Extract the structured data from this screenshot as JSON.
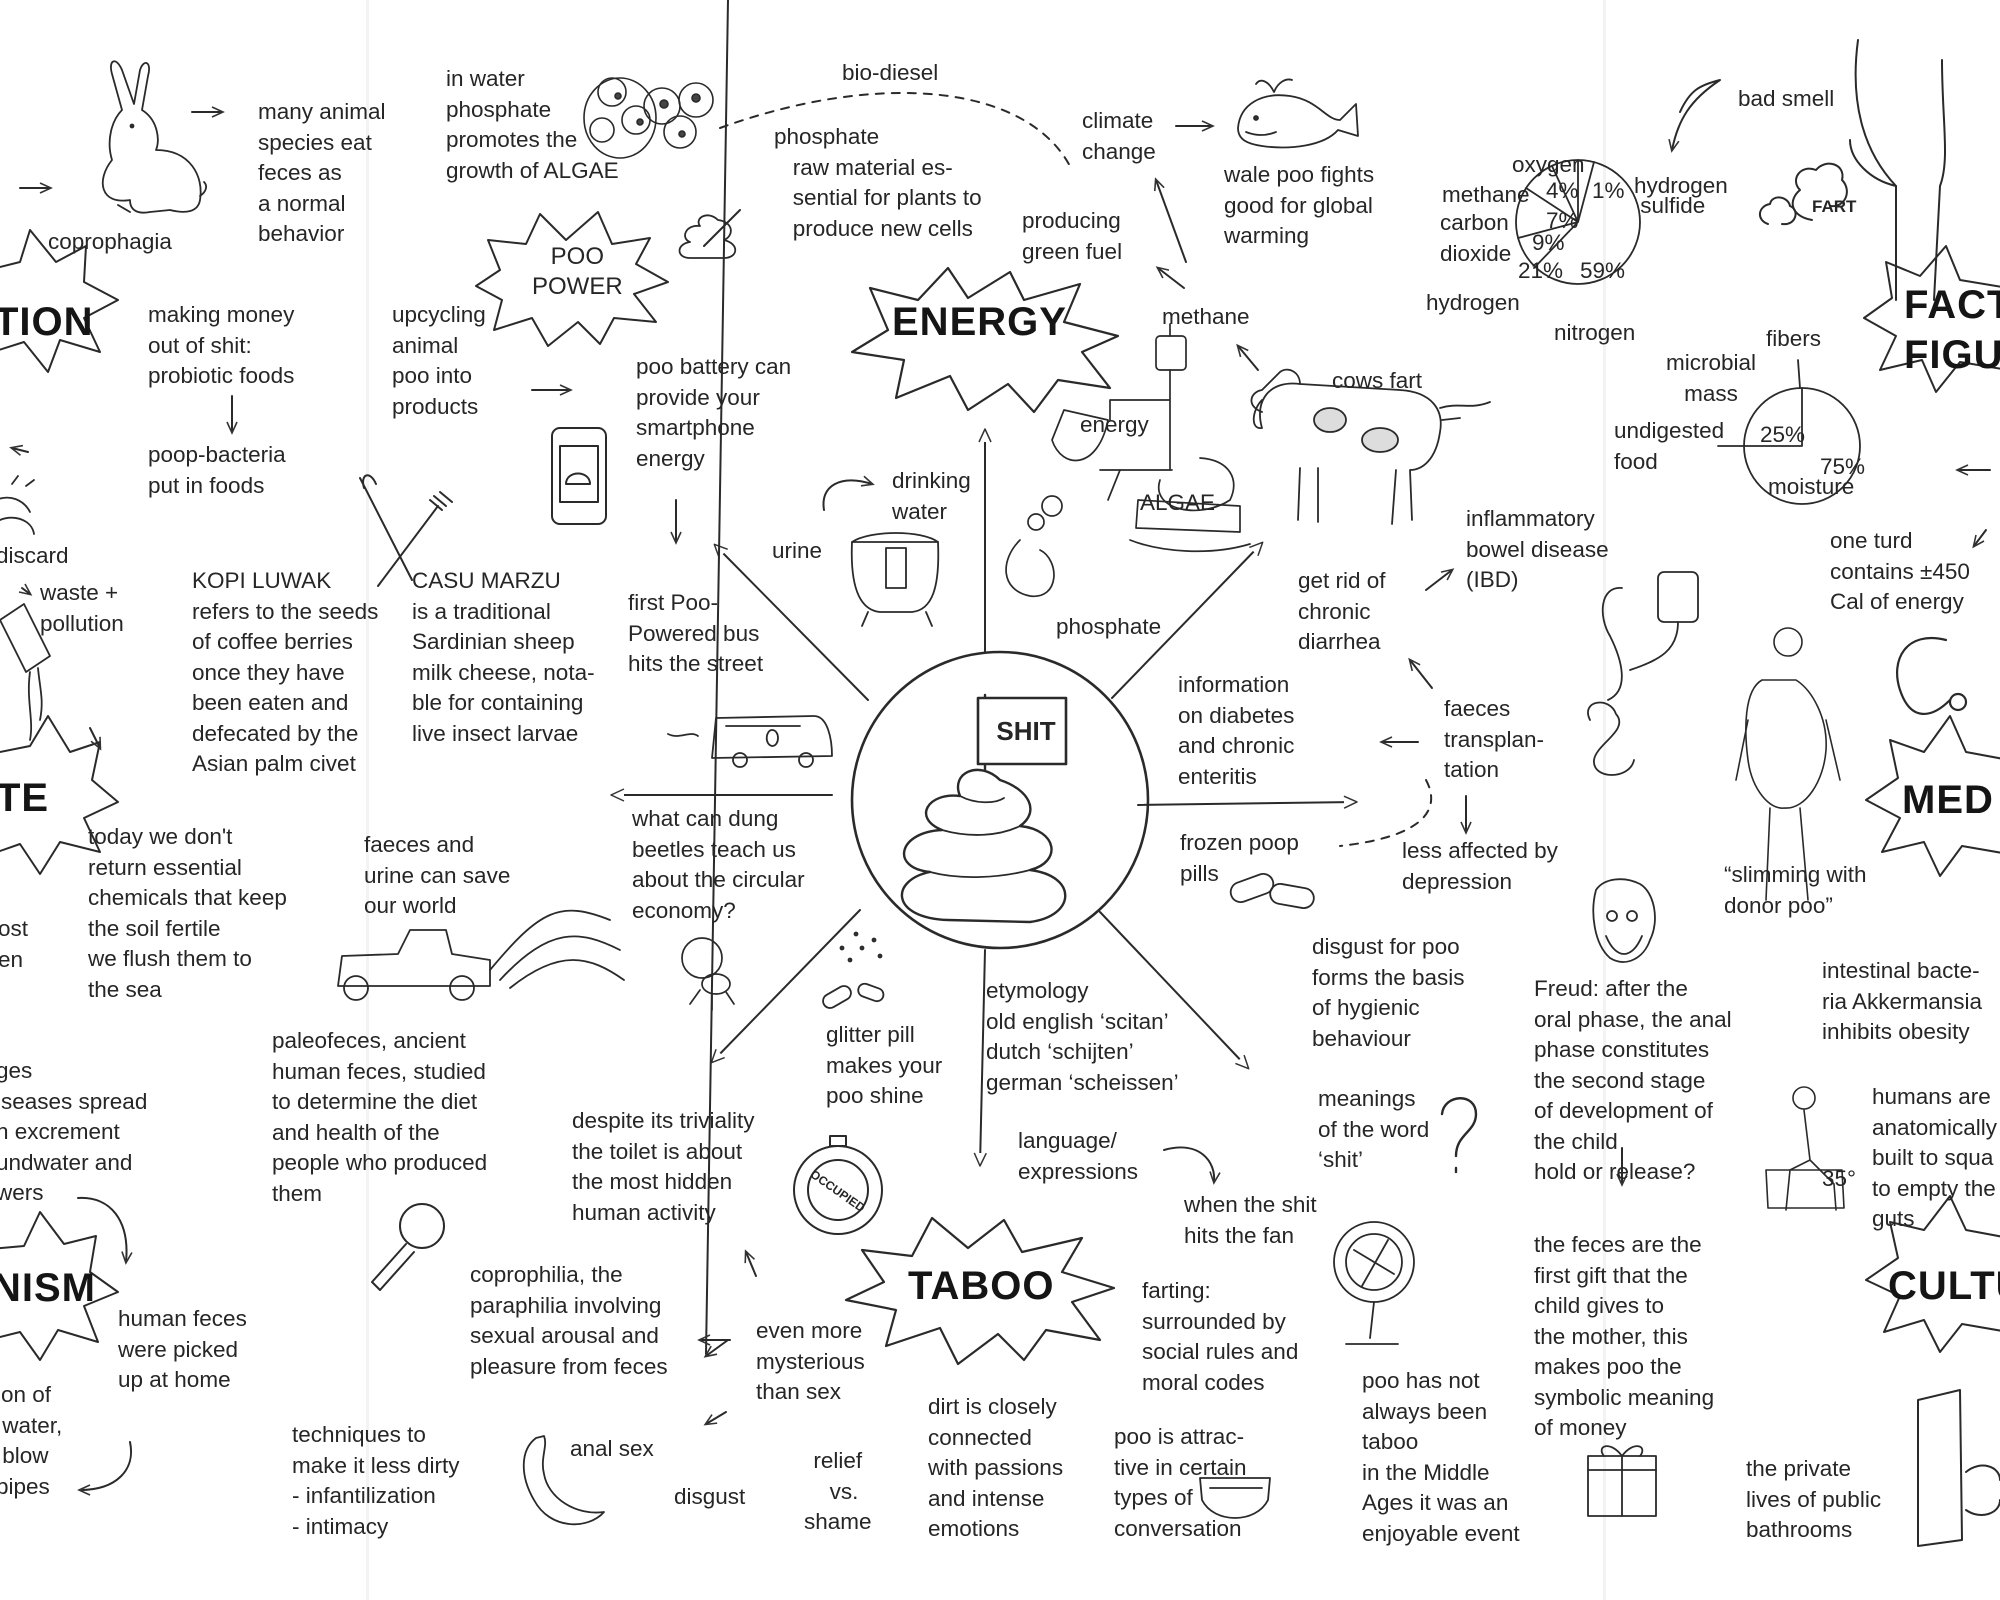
{
  "center": {
    "label": "SHIT"
  },
  "headings": {
    "energy": "ENERGY",
    "taboo": "TABOO",
    "poo_power": "POO\nPOWER",
    "tion": "TION",
    "te": "TE",
    "nism": "NISM",
    "fact": "FACT\nFIGU",
    "med": "MED",
    "cultu": "CULTU"
  },
  "notes": {
    "many_animal": "many animal\nspecies eat\nfeces as\na normal\nbehavior",
    "coprophagia": "coprophagia",
    "in_water": "in water\nphosphate\npromotes the\ngrowth of ALGAE",
    "bio_diesel": "bio-diesel",
    "phosphate_raw": "phosphate\n   raw material es-\n   sential for plants to\n   produce new cells",
    "climate_change": "climate\nchange",
    "wale_poo": "wale poo fights\ngood for global\nwarming",
    "producing": "producing\ngreen fuel",
    "methane": "methane",
    "making_money": "making money\nout of shit:\nprobiotic foods",
    "poop_bacteria": "poop-bacteria\nput in foods",
    "upcycling": "upcycling\nanimal\npoo into\nproducts",
    "poo_battery": "poo battery can\nprovide your\nsmartphone\nenergy",
    "discard": "discard",
    "waste_pollution": "waste +\npollution",
    "kopi_luwak": "KOPI LUWAK\nrefers to the seeds\nof coffee berries\nonce they have\nbeen eaten and\ndefecated by the\nAsian palm civet",
    "casu_marzu": "CASU MARZU\nis a traditional\nSardinian sheep\nmilk cheese, nota-\nble for containing\nlive insect larvae",
    "drinking_water": "drinking\nwater",
    "urine": "urine",
    "first_poo_bus": "first Poo-\nPowered bus\nhits the street",
    "energy_small": "energy",
    "algae": "ALGAE",
    "phosphate": "phosphate",
    "cows_fart": "cows fart",
    "get_rid": "get rid of\nchronic\ndiarrhea",
    "ibd": "inflammatory\nbowel disease\n(IBD)",
    "information": "information\non diabetes\nand chronic\nenteritis",
    "faeces_transplant": "faeces\ntransplan-\ntation",
    "frozen_pills": "frozen poop\npills",
    "less_affected": "less affected by\ndepression",
    "today_we": "today we don't\nreturn essential\nchemicals that keep\nthe soil fertile\nwe flush them to\nthe sea",
    "ost_en": "ost\nen",
    "faeces_urine": "faeces and\nurine can save\nour world",
    "dung_beetles": "what can dung\nbeetles teach us\nabout the circular\neconomy?",
    "glitter_pill": "glitter pill\nmakes your\npoo shine",
    "etymology": "etymology\nold english ‘scitan’\ndutch ‘schijten’\ngerman ‘scheissen’",
    "disgust_poo": "disgust for poo\nforms the basis\nof hygienic\nbehaviour",
    "paleofeces": "paleofeces, ancient\nhuman feces, studied\nto determine the diet\nand health of the\npeople who produced\nthem",
    "ages_diseases": "ges\niseases spread\nn excrement\nundwater and\nwers",
    "despite": "despite its triviality\nthe toilet is about\nthe most hidden\nhuman activity",
    "meanings": "meanings\nof the word\n‘shit’",
    "language": "language/\nexpressions",
    "when_shit": "when the shit\nhits the fan",
    "coprophilia": "coprophilia, the\nparaphilia involving\nsexual arousal and\npleasure from feces",
    "even_more": "even more\nmysterious\nthan sex",
    "farting": "farting:\nsurrounded by\nsocial rules and\nmoral codes",
    "human_feces": "human feces\nwere picked\nup at home",
    "ion_water": "ion of\n water,\n blow\npipes",
    "techniques": "techniques to\nmake it less dirty\n- infantilization\n- intimacy",
    "anal_sex": "anal sex",
    "disgust": "disgust",
    "relief": "relief\n  vs.\nshame",
    "dirt": "dirt is closely\nconnected\nwith passions\nand intense\nemotions",
    "poo_attractive": "poo is attrac-\ntive in certain\ntypes of\nconversation",
    "poo_not_taboo": "poo has not\nalways been\ntaboo\nin the Middle\nAges it was an\nenjoyable event",
    "bad_smell": "bad smell",
    "fart": "FART",
    "fibers": "fibers",
    "microbial_mass": "microbial\nmass",
    "undigested": "undigested\nfood",
    "moisture": "moisture",
    "one_turd": "one turd\ncontains ±450\nCal of energy",
    "slimming": "“slimming with\ndonor poo”",
    "freud": "Freud: after the\noral phase, the anal\nphase constitutes\nthe second stage\nof development of\nthe child\nhold or release?",
    "intestinal": "intestinal bacte-\nria Akkermansia\ninhibits obesity",
    "humans_are": "humans are\nanatomically\nbuilt to squa\nto empty the\nguts",
    "angle": "35°",
    "feces_gift": "the feces are the\nfirst gift that the\nchild gives to\nthe mother, this\nmakes poo the\nsymbolic meaning\nof money",
    "private_lives": "the private\nlives of public\nbathrooms",
    "occupied": "OCCUPIED"
  },
  "pie_gas": {
    "labels": {
      "oxygen": "oxygen",
      "methane": "methane",
      "co2": "carbon\ndioxide",
      "hydrogen": "hydrogen",
      "nitrogen": "nitrogen",
      "h2s": "hydrogen\n sulfide"
    },
    "values": {
      "oxygen": "4%",
      "h2s": "1%",
      "methane": "7%",
      "co2": "9%",
      "hydrogen": "21%",
      "nitrogen": "59%"
    }
  },
  "pie_composition": {
    "values": {
      "solids": "25%",
      "moisture": "75%"
    }
  }
}
